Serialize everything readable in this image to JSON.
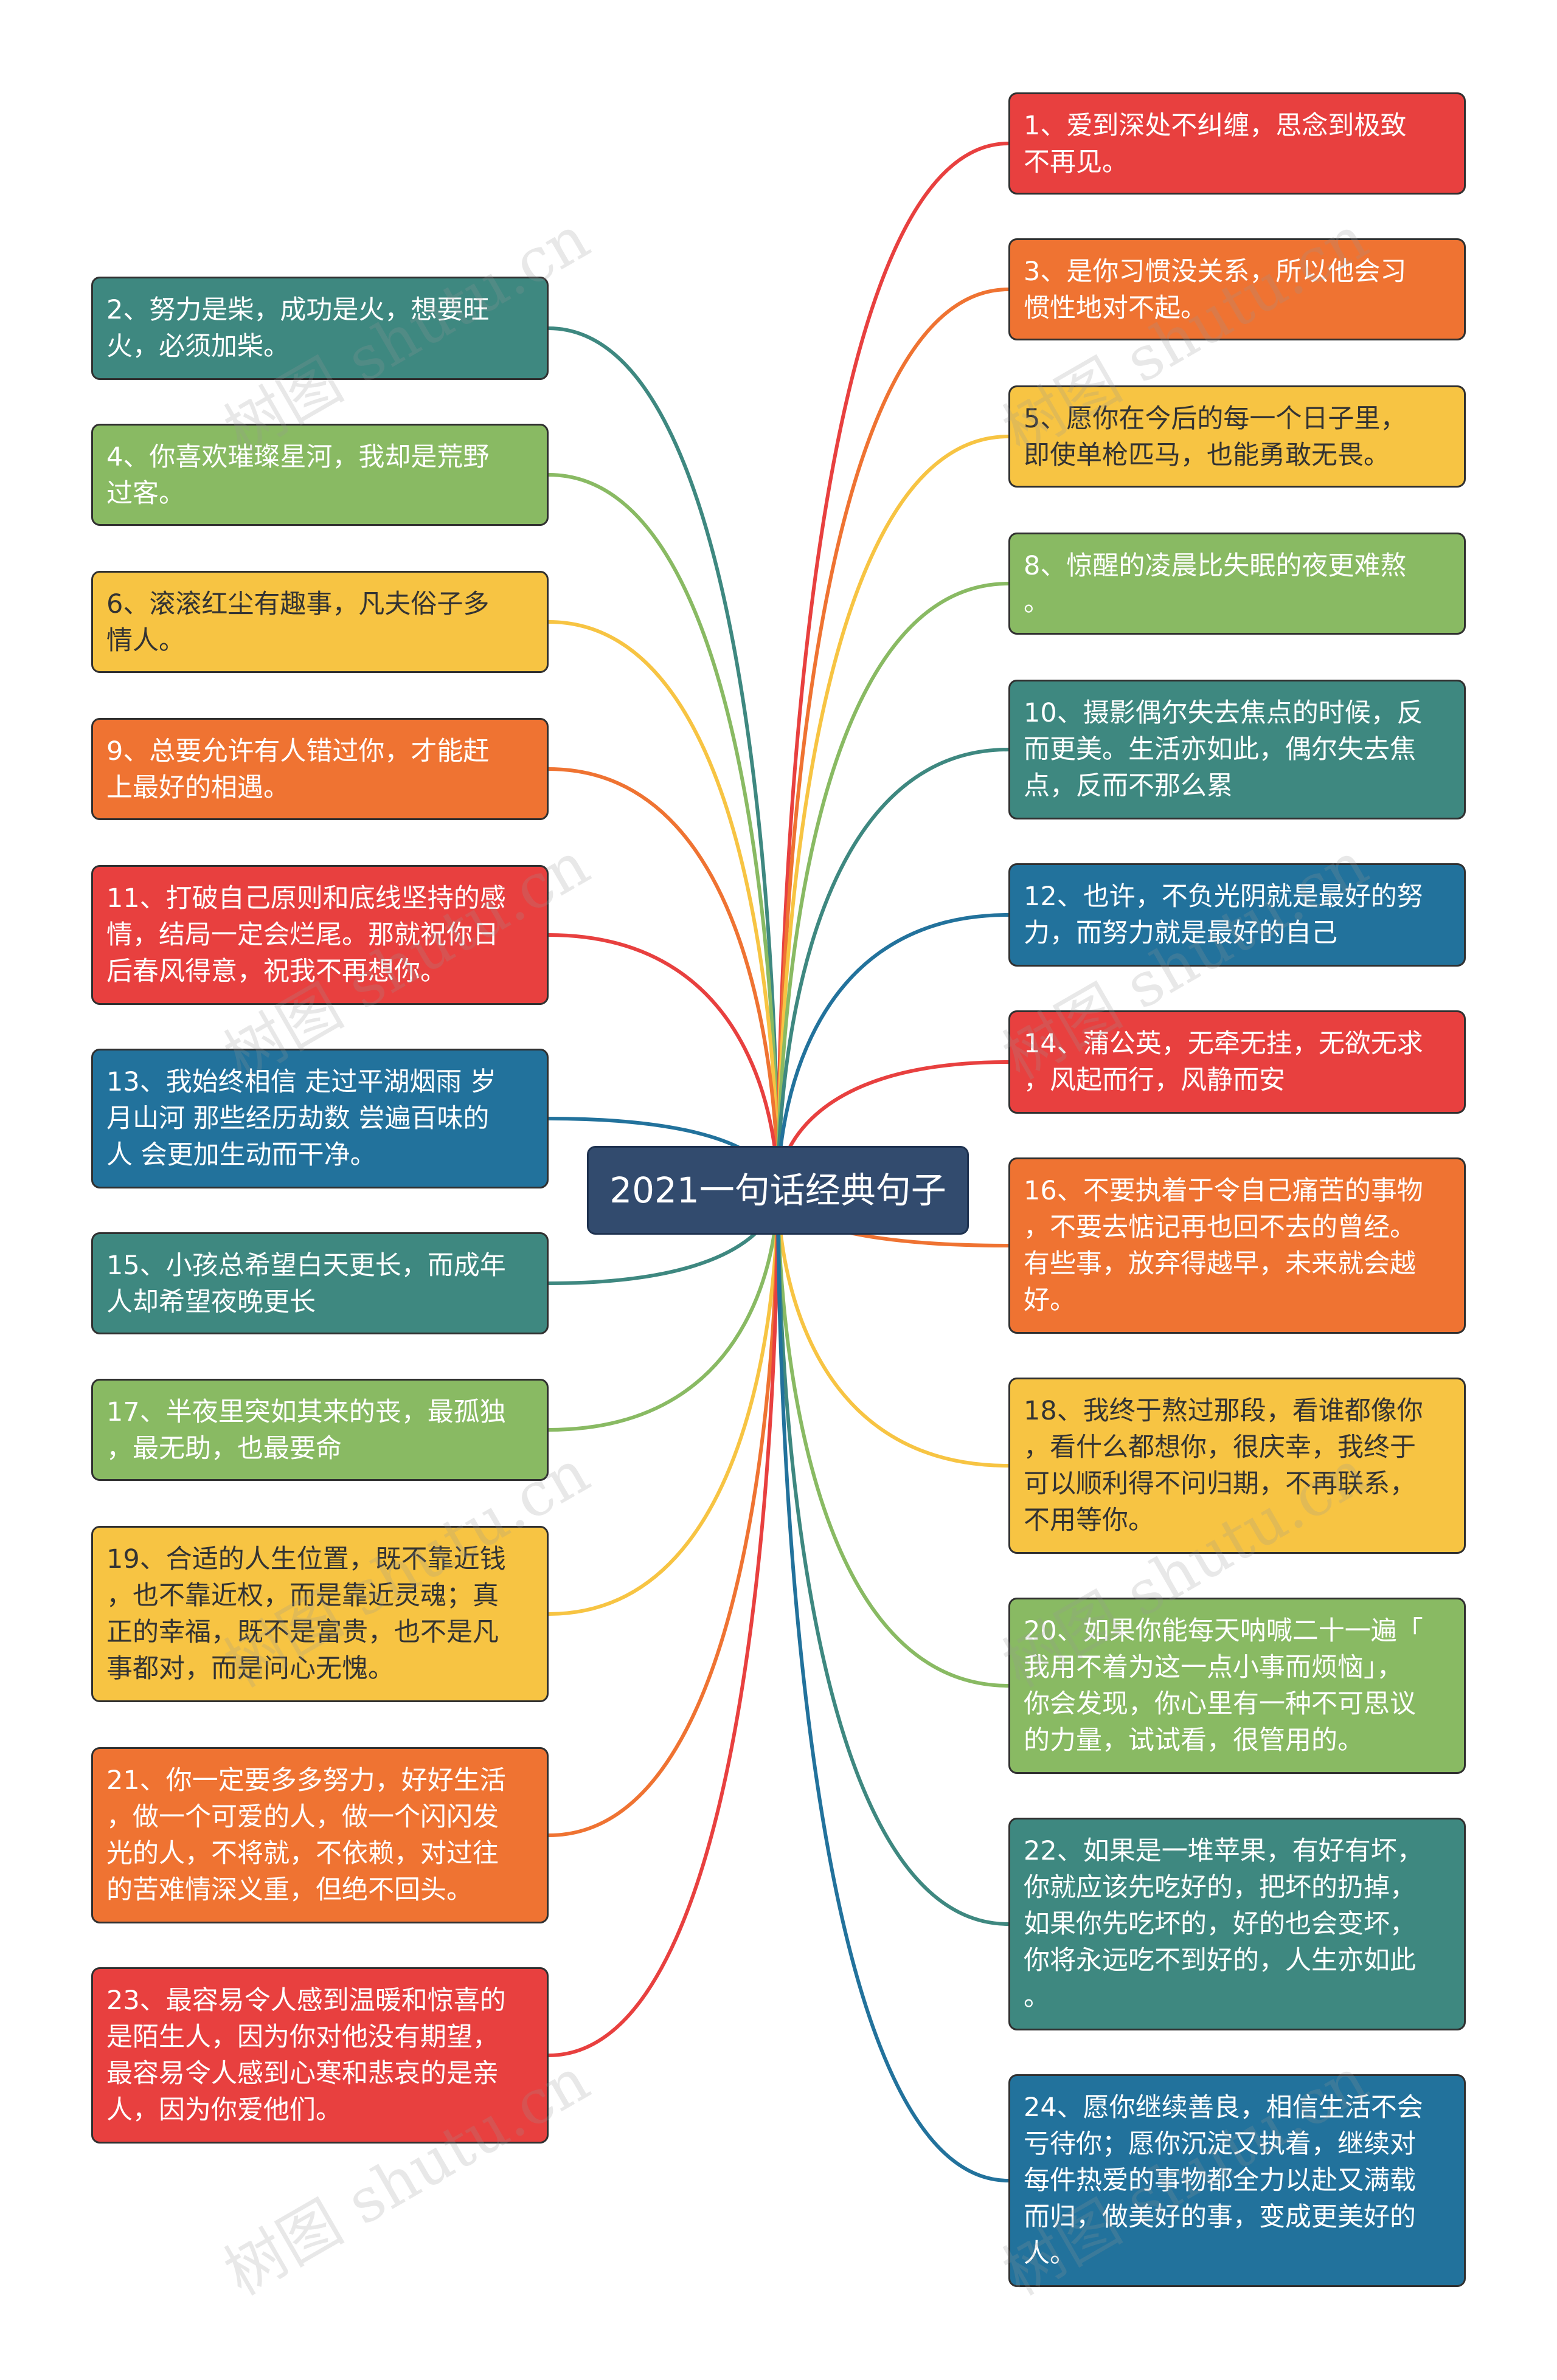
{
  "title": "2021一句话经典句子",
  "watermark": "树图 shutu.cn",
  "colors": {
    "red": "#E8403F",
    "orange": "#EF7332",
    "yellow": "#F7C443",
    "green": "#89BA63",
    "teal": "#3E8880",
    "blue": "#22729C",
    "root": "#324B6E"
  },
  "left_nodes": [
    {
      "text": "2、努力是柴，成功是火，想要旺\n火，必须加柴。",
      "color": "teal"
    },
    {
      "text": "4、你喜欢璀璨星河，我却是荒野\n过客。",
      "color": "green"
    },
    {
      "text": "6、滚滚红尘有趣事，凡夫俗子多\n情人。",
      "color": "yellow"
    },
    {
      "text": "9、总要允许有人错过你，才能赶\n上最好的相遇。",
      "color": "orange"
    },
    {
      "text": "11、打破自己原则和底线坚持的感\n情，结局一定会烂尾。那就祝你日\n后春风得意，祝我不再想你。",
      "color": "red"
    },
    {
      "text": "13、我始终相信 走过平湖烟雨 岁\n月山河 那些经历劫数 尝遍百味的\n人 会更加生动而干净。",
      "color": "blue"
    },
    {
      "text": "15、小孩总希望白天更长，而成年\n人却希望夜晚更长",
      "color": "teal"
    },
    {
      "text": "17、半夜里突如其来的丧，最孤独\n，最无助，也最要命",
      "color": "green"
    },
    {
      "text": "19、合适的人生位置，既不靠近钱\n，也不靠近权，而是靠近灵魂；真\n正的幸福，既不是富贵，也不是凡\n事都对，而是问心无愧。",
      "color": "yellow"
    },
    {
      "text": "21、你一定要多多努力，好好生活\n，做一个可爱的人，做一个闪闪发\n光的人，不将就，不依赖，对过往\n的苦难情深义重，但绝不回头。",
      "color": "orange"
    },
    {
      "text": "23、最容易令人感到温暖和惊喜的\n是陌生人，因为你对他没有期望，\n最容易令人感到心寒和悲哀的是亲\n人，因为你爱他们。",
      "color": "red"
    }
  ],
  "right_nodes": [
    {
      "text": "1、爱到深处不纠缠，思念到极致\n不再见。",
      "color": "red"
    },
    {
      "text": "3、是你习惯没关系，所以他会习\n惯性地对不起。",
      "color": "orange"
    },
    {
      "text": "5、愿你在今后的每一个日子里，\n即使单枪匹马，也能勇敢无畏。",
      "color": "yellow"
    },
    {
      "text": "8、惊醒的凌晨比失眠的夜更难熬\n。",
      "color": "green"
    },
    {
      "text": "10、摄影偶尔失去焦点的时候，反\n而更美。生活亦如此，偶尔失去焦\n点，反而不那么累",
      "color": "teal"
    },
    {
      "text": "12、也许，不负光阴就是最好的努\n力，而努力就是最好的自己",
      "color": "blue"
    },
    {
      "text": "14、蒲公英，无牵无挂，无欲无求\n，风起而行，风静而安",
      "color": "red"
    },
    {
      "text": "16、不要执着于令自己痛苦的事物\n，不要去惦记再也回不去的曾经。\n有些事，放弃得越早，未来就会越\n好。",
      "color": "orange"
    },
    {
      "text": "18、我终于熬过那段，看谁都像你\n，看什么都想你，很庆幸，我终于\n可以顺利得不问归期，不再联系，\n不用等你。",
      "color": "yellow"
    },
    {
      "text": "20、如果你能每天呐喊二十一遍「\n我用不着为这一点小事而烦恼」，\n你会发现，你心里有一种不可思议\n的力量，试试看，很管用的。",
      "color": "green"
    },
    {
      "text": "22、如果是一堆苹果，有好有坏，\n你就应该先吃好的，把坏的扔掉，\n如果你先吃坏的，好的也会变坏，\n你将永远吃不到好的，人生亦如此\n。",
      "color": "teal"
    },
    {
      "text": "24、愿你继续善良，相信生活不会\n亏待你；愿你沉淀又执着，继续对\n每件热爱的事物都全力以赴又满载\n而归，做美好的事，变成更美好的\n人。",
      "color": "blue"
    }
  ]
}
